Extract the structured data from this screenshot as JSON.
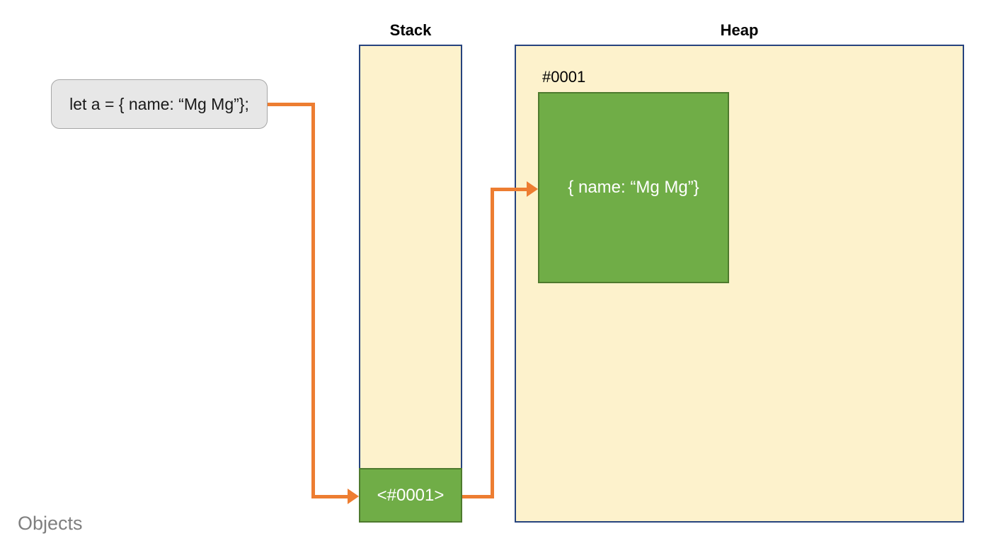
{
  "diagram": {
    "code_box": {
      "text": "let a = { name: “Mg Mg”}; "
    },
    "stack": {
      "label": "Stack",
      "cell": {
        "value": "<#0001>"
      }
    },
    "heap": {
      "label": "Heap",
      "object": {
        "address_label": "#0001",
        "value": "{ name: “Mg Mg”}"
      }
    },
    "footer": {
      "label": "Objects"
    },
    "connectors": [
      {
        "from": "code-statement-box",
        "to": "stack-pointer-cell"
      },
      {
        "from": "stack-pointer-cell",
        "to": "heap-object-box"
      }
    ]
  },
  "colors": {
    "container_fill": "#FDF2CC",
    "container_border": "#26437E",
    "object_fill": "#70AD47",
    "object_border": "#4E7A2E",
    "connector": "#ED7D31",
    "code_box_fill": "#E7E7E7",
    "code_box_border": "#A6A6A6",
    "footer_text": "#7F7F7F",
    "label_text": "#000000"
  }
}
